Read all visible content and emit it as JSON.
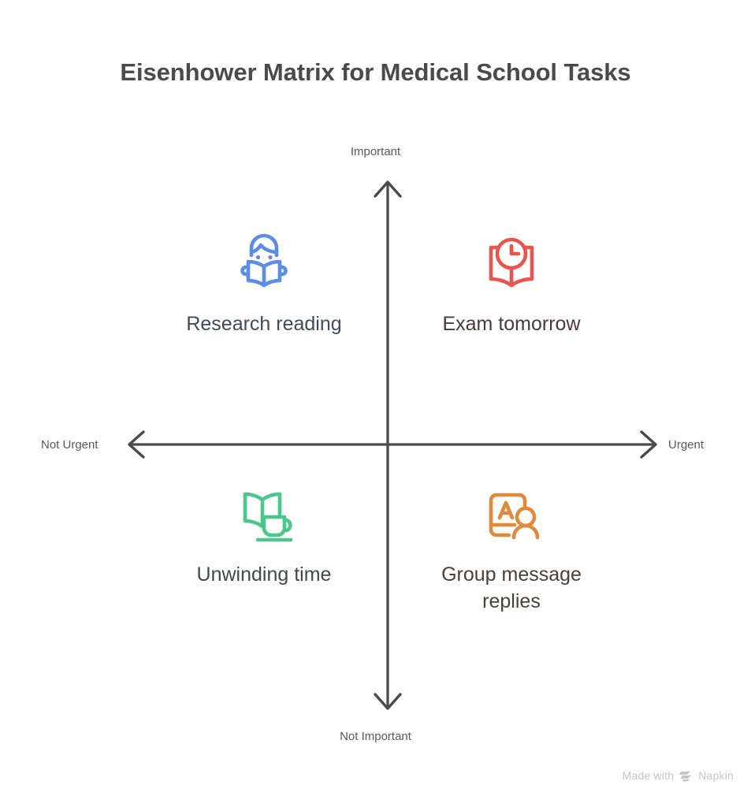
{
  "page": {
    "title": "Eisenhower Matrix for Medical School Tasks",
    "background": "#ffffff",
    "title_color": "#4a4a4a"
  },
  "axes": {
    "color": "#4a4a4a",
    "vertical": {
      "top_label": "Important",
      "bottom_label": "Not Important"
    },
    "horizontal": {
      "left_label": "Not Urgent",
      "right_label": "Urgent"
    },
    "label_color": "#5a5a5a"
  },
  "quadrants": [
    {
      "id": "important-not-urgent",
      "label": "Research reading",
      "icon": "person-reading-book-icon",
      "color": "#5b8ce8",
      "text_color": "#3f4a5a",
      "position": "top-left"
    },
    {
      "id": "important-urgent",
      "label": "Exam tomorrow",
      "icon": "book-with-clock-icon",
      "color": "#e8554e",
      "text_color": "#4a3a38",
      "position": "top-right"
    },
    {
      "id": "not-important-not-urgent",
      "label": "Unwinding time",
      "icon": "book-with-coffee-mug-icon",
      "color": "#4ac78a",
      "text_color": "#3d4a45",
      "position": "bottom-left"
    },
    {
      "id": "not-important-urgent",
      "label": "Group message replies",
      "icon": "card-letter-a-with-person-icon",
      "color": "#e08a3c",
      "text_color": "#4a4038",
      "position": "bottom-right"
    }
  ],
  "watermark": {
    "prefix": "Made with",
    "brand": "Napkin",
    "color": "#c6c6c6"
  },
  "chart_data": {
    "type": "scatter",
    "title": "Eisenhower Matrix for Medical School Tasks",
    "xlabel": "",
    "ylabel": "",
    "x_axis": {
      "left": "Not Urgent",
      "right": "Urgent"
    },
    "y_axis": {
      "top": "Important",
      "bottom": "Not Important"
    },
    "grid": false,
    "legend": "none",
    "items": [
      {
        "label": "Research reading",
        "quadrant": "Important / Not Urgent",
        "x": -1,
        "y": 1,
        "color": "#5b8ce8"
      },
      {
        "label": "Exam tomorrow",
        "quadrant": "Important / Urgent",
        "x": 1,
        "y": 1,
        "color": "#e8554e"
      },
      {
        "label": "Unwinding time",
        "quadrant": "Not Important / Not Urgent",
        "x": -1,
        "y": -1,
        "color": "#4ac78a"
      },
      {
        "label": "Group message replies",
        "quadrant": "Not Important / Urgent",
        "x": 1,
        "y": -1,
        "color": "#e08a3c"
      }
    ]
  }
}
